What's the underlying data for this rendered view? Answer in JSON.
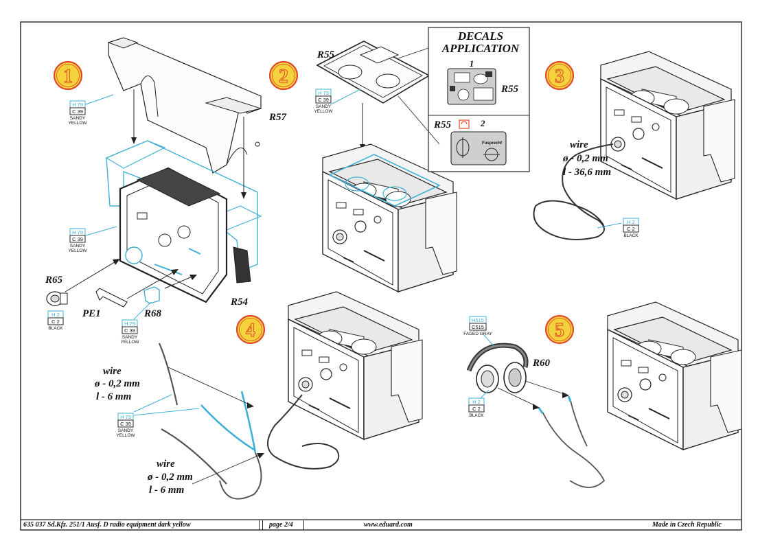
{
  "colors": {
    "line": "#222222",
    "accent": "#3fb0d6",
    "step_fill": "#f4d23c",
    "step_ring": "#e04a2a",
    "panel": "#e8e8e8"
  },
  "steps": [
    "1",
    "2",
    "3",
    "4",
    "5"
  ],
  "decals": {
    "title_line1": "DECALS",
    "title_line2": "APPLICATION",
    "num1": "1",
    "num2": "2",
    "part_a": "R55",
    "part_b": "R55",
    "decal_text": "Fusprechf"
  },
  "parts": {
    "r55_top": "R55",
    "r57": "R57",
    "r65": "R65",
    "pe1": "PE1",
    "r68": "R68",
    "r54": "R54",
    "r60": "R60"
  },
  "paints": {
    "sandy_yellow": {
      "code1": "H 79",
      "code2": "C 39",
      "name1": "SANDY",
      "name2": "YELLOW"
    },
    "black": {
      "code1": "H 2",
      "code2": "C 2",
      "name1": "BLACK"
    },
    "faded_gray": {
      "code1": "H515",
      "code2": "C515",
      "name1": "FADED GRAY"
    }
  },
  "wires": {
    "w3": {
      "label": "wire",
      "dia": "ø - 0,2 mm",
      "len": "l - 36,6 mm"
    },
    "w4a": {
      "label": "wire",
      "dia": "ø - 0,2 mm",
      "len": "l - 6 mm"
    },
    "w4b": {
      "label": "wire",
      "dia": "ø - 0,2 mm",
      "len": "l - 6 mm"
    }
  },
  "footer": {
    "product": "635 037  Sd.Kfz. 251/1 Ausf. D radio equipment dark yellow",
    "page": "page 2/4",
    "url": "www.eduard.com",
    "made": "Made in Czech Republic"
  }
}
